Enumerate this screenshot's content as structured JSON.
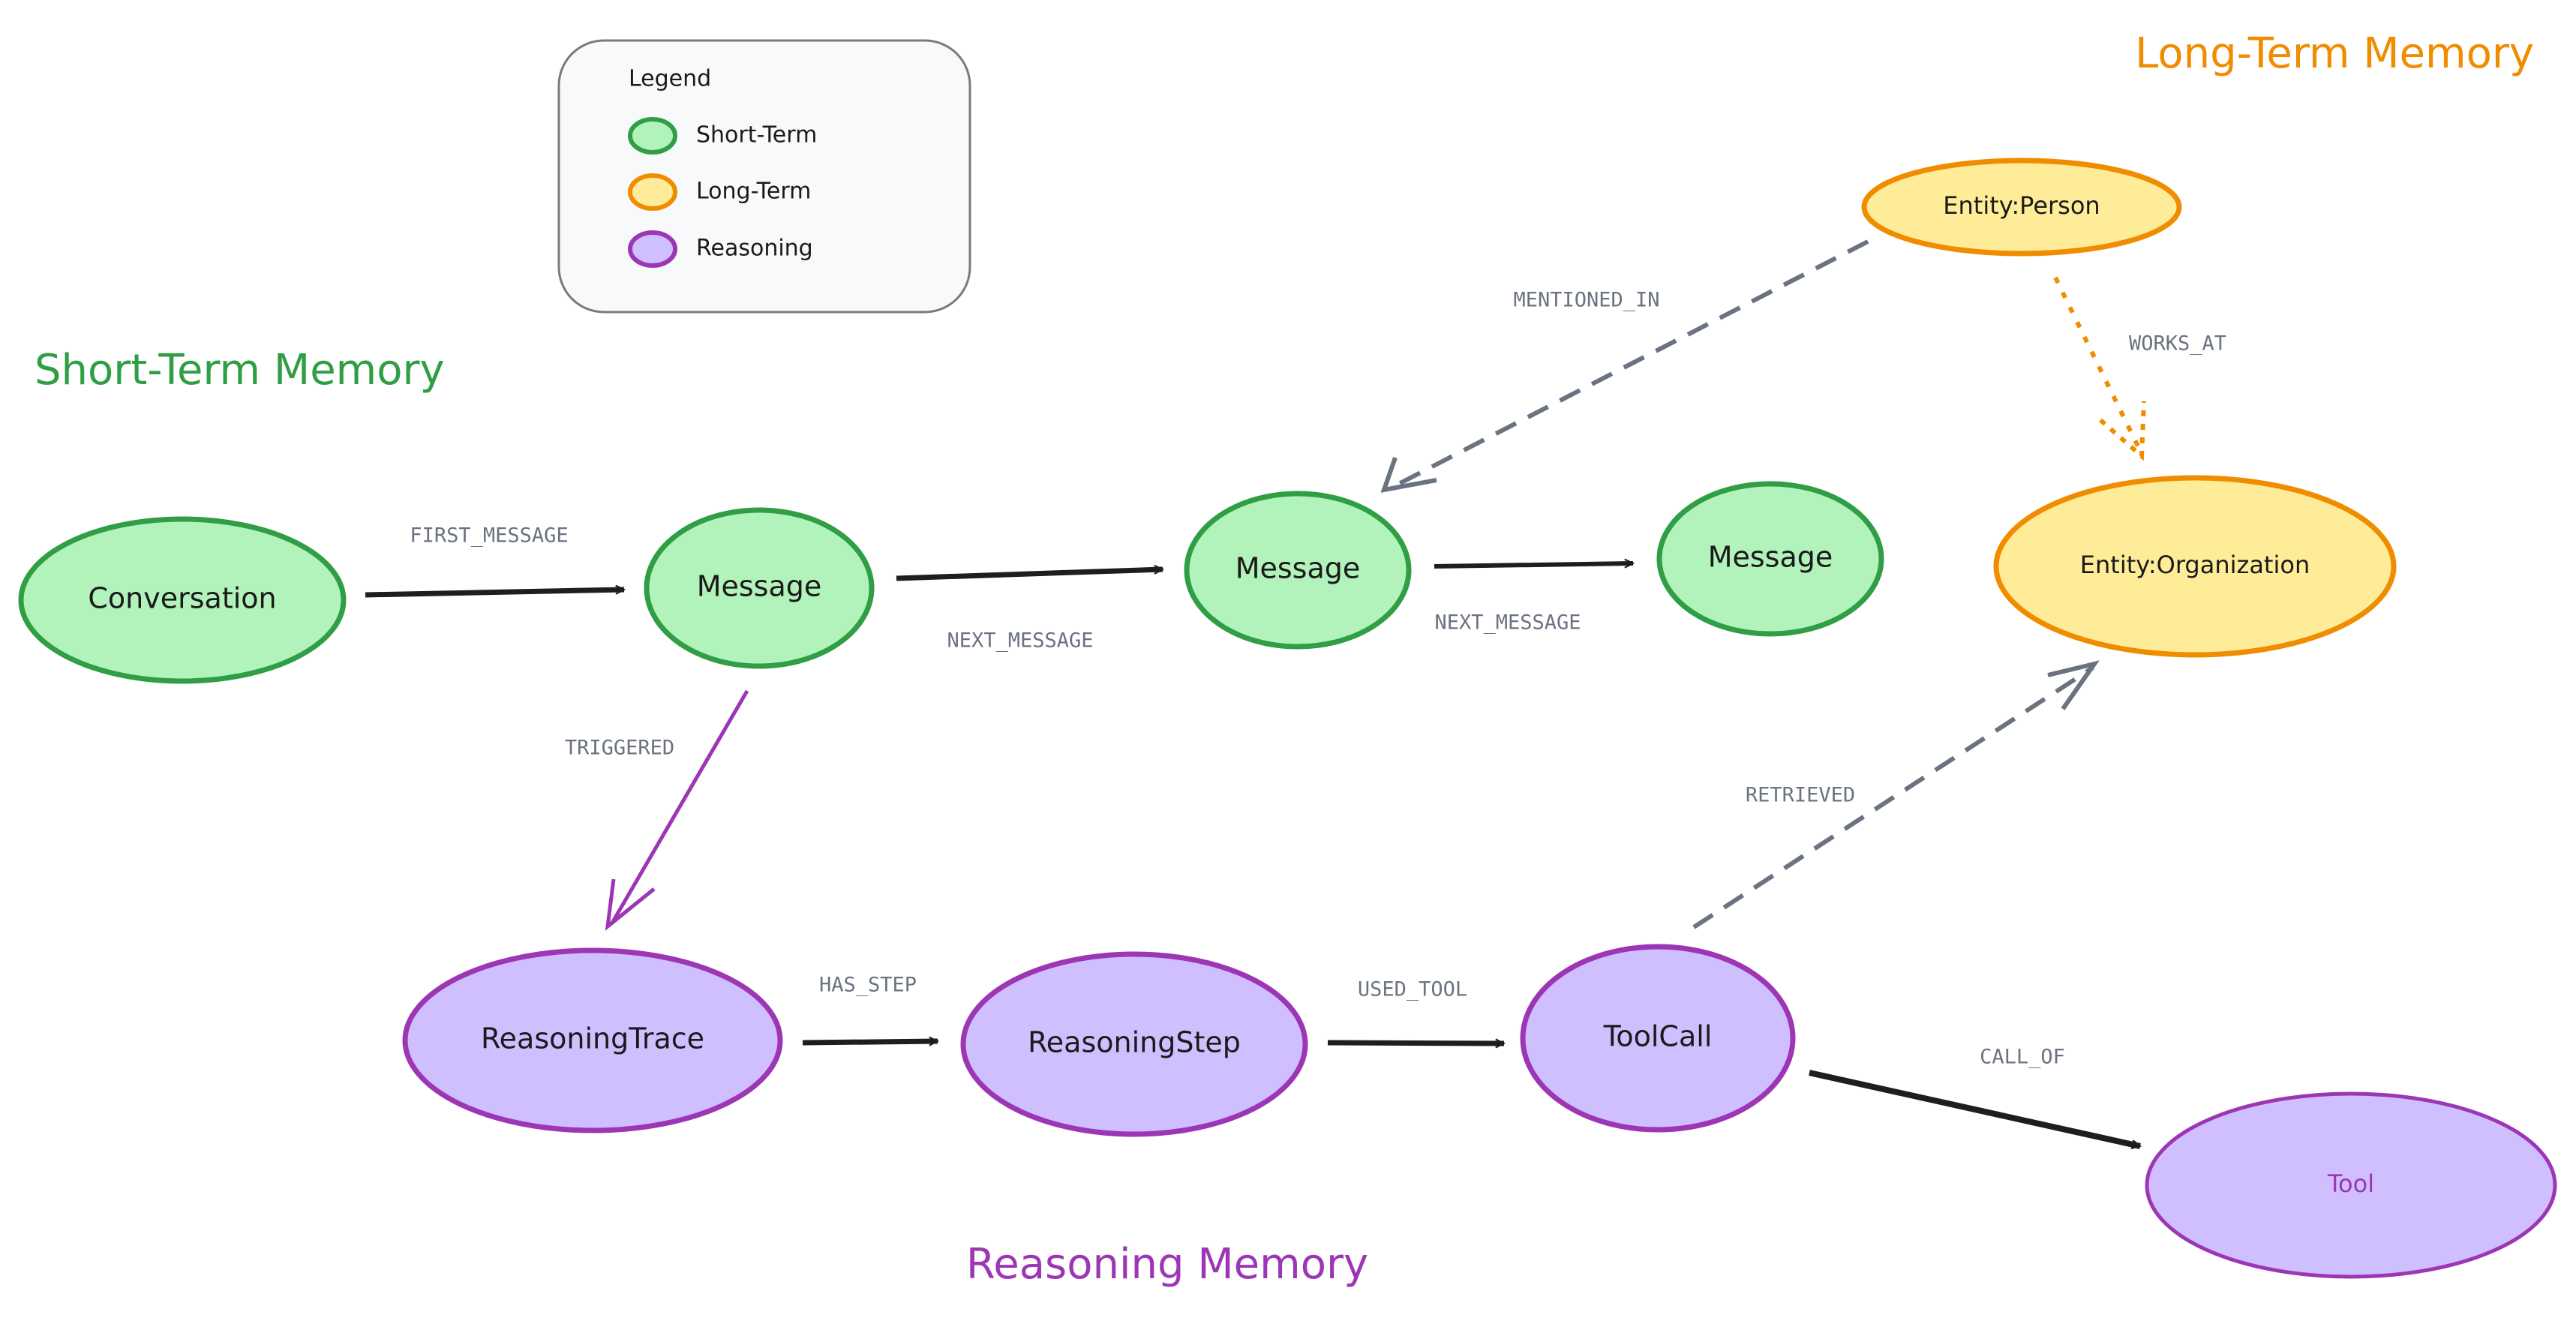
{
  "colors": {
    "short_fill": "#b2f2bb",
    "short_stroke": "#2f9e44",
    "long_fill": "#ffec99",
    "long_stroke": "#f08c00",
    "reason_fill": "#d0bfff",
    "reason_stroke": "#9c36b5",
    "edge_dark": "#1e1e1e",
    "edge_gray": "#6b7280"
  },
  "sections": {
    "short_term": "Short-Term Memory",
    "long_term": "Long-Term Memory",
    "reasoning": "Reasoning Memory"
  },
  "legend": {
    "title": "Legend",
    "items": [
      {
        "label": "Short-Term",
        "kind": "short"
      },
      {
        "label": "Long-Term",
        "kind": "long"
      },
      {
        "label": "Reasoning",
        "kind": "reason"
      }
    ]
  },
  "nodes": {
    "conversation": "Conversation",
    "message1": "Message",
    "message2": "Message",
    "message3": "Message",
    "entity_person": "Entity:Person",
    "entity_org": "Entity:Organization",
    "reasoning_trace": "ReasoningTrace",
    "reasoning_step": "ReasoningStep",
    "tool_call": "ToolCall",
    "tool": "Tool"
  },
  "edges": {
    "first_message": "FIRST_MESSAGE",
    "next_message_1": "NEXT_MESSAGE",
    "next_message_2": "NEXT_MESSAGE",
    "mentioned_in": "MENTIONED_IN",
    "works_at": "WORKS_AT",
    "triggered": "TRIGGERED",
    "has_step": "HAS_STEP",
    "used_tool": "USED_TOOL",
    "retrieved": "RETRIEVED",
    "call_of": "CALL_OF"
  }
}
